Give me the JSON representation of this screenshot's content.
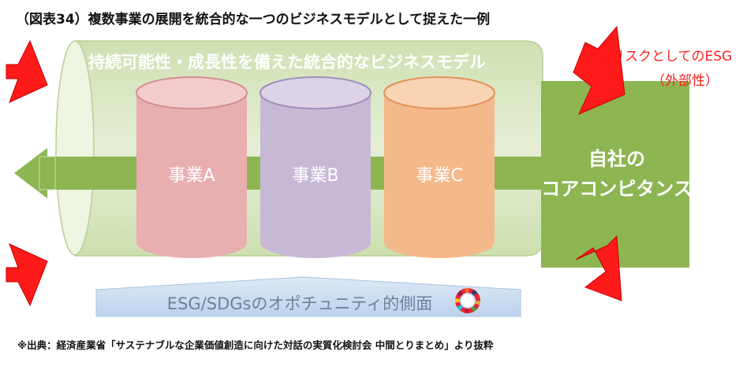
{
  "title": "（図表34）複数事業の展開を統合的な一つのビジネスモデルとして捉えた一例",
  "tube_label": "持続可能性・成長性を備えた統合的なビジネスモデル",
  "businesses": [
    {
      "label": "事業A",
      "color": "#e8aeb0"
    },
    {
      "label": "事業B",
      "color": "#c7b9d6"
    },
    {
      "label": "事業C",
      "color": "#f4b98b"
    }
  ],
  "core": {
    "line1": "自社の",
    "line2": "コアコンピタンス",
    "color": "#8db552"
  },
  "risk": {
    "line1": "リスクとしてのESG",
    "line2": "（外部性）",
    "color": "#ff1f1f"
  },
  "opportunity": "ESG/SDGsのオポチュニティ的側面",
  "source": "※出典：経済産業省「サステナブルな企業価値創造に向けた対話の実質化検討会 中間とりまとめ」より抜粋",
  "colors": {
    "tube": "#dce8c5",
    "arrow": "#8db552",
    "red_arrow": "#ff1a1a",
    "opportunity_band": "#c6dbf0"
  }
}
